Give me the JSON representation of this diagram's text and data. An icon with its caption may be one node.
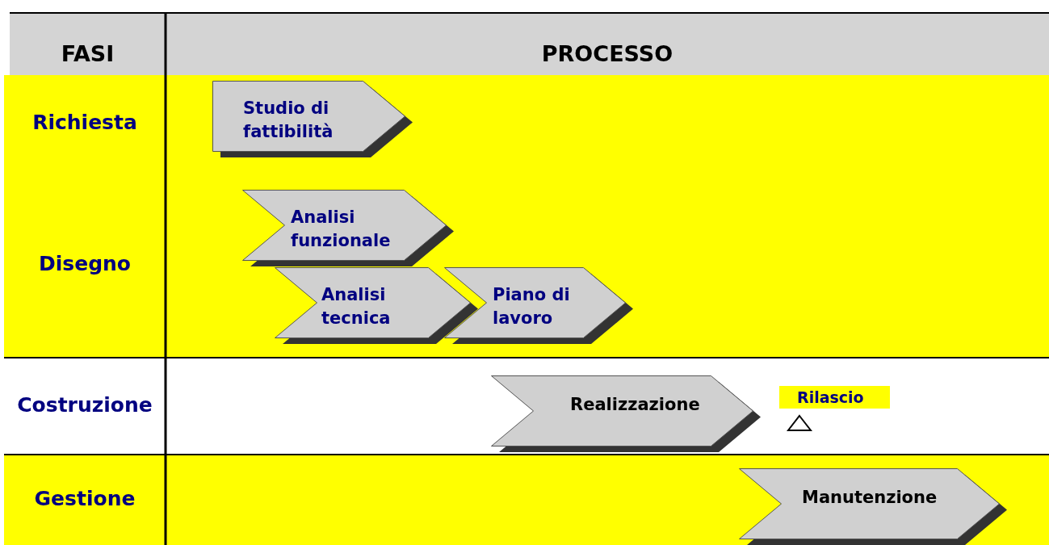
{
  "diagram": {
    "nodes": [
      {
        "text": [
          "Richiesta"
        ]
      },
      {
        "text": [
          "Studio di fattibilità"
        ],
        "in": 0
      },
      {
        "text": [
          "Disegno"
        ]
      },
      {
        "text": [
          "Analisi funzionale"
        ],
        "in": 2
      },
      {
        "text": [
          "Analisi tecnica"
        ],
        "in": 2
      },
      {
        "text": [
          "Piano di lavoro"
        ],
        "in": 2
      },
      {
        "text": [
          "Costruzione"
        ]
      },
      {
        "text": [
          "Realizzazione"
        ],
        "in": 6
      },
      {
        "text": [
          "Rilascio"
        ],
        "in": 6
      },
      {
        "text": [],
        "shape": "triangle",
        "in": 6
      },
      {
        "text": [
          "Gestione"
        ]
      },
      {
        "text": [
          "Manutenzione"
        ],
        "in": 10
      }
    ],
    "edges": [],
    "labels": [
      "FASI",
      "PROCESSO"
    ]
  }
}
